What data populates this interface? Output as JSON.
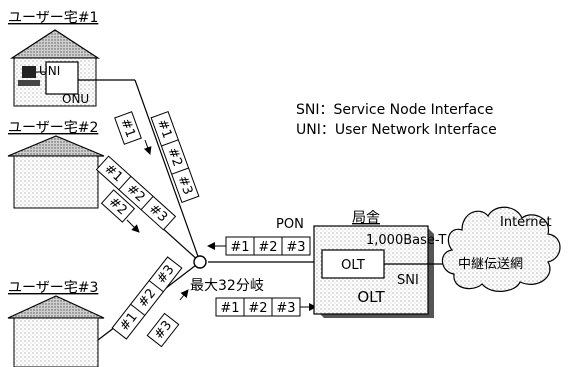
{
  "houses": [
    {
      "label": "ユーザー宅#1"
    },
    {
      "label": "ユーザー宅#2"
    },
    {
      "label": "ユーザー宅#3"
    }
  ],
  "onu": {
    "uni_label": "UNI",
    "onu_label": "ONU"
  },
  "legend": {
    "sni": "SNI：Service Node Interface",
    "uni": "UNI：User Network Interface"
  },
  "pon": {
    "label": "PON",
    "branch_label": "最大32分岐",
    "downstream_frames": [
      "#1",
      "#2",
      "#3"
    ],
    "upstream_frames": [
      "#1",
      "#2",
      "#3"
    ]
  },
  "branch_frames": {
    "house1_down": [
      "#1",
      "#2",
      "#3"
    ],
    "house1_up": "#1",
    "house2_down": [
      "#1",
      "#2",
      "#3"
    ],
    "house2_up": "#2",
    "house3_down": [
      "#1",
      "#2",
      "#3"
    ],
    "house3_up": "#3"
  },
  "office": {
    "label": "局舎",
    "port_speed": "1,000Base-T",
    "olt_inner": "OLT",
    "olt_outer": "OLT",
    "sni_label": "SNI"
  },
  "cloud": {
    "internet": "Internet",
    "backbone": "中継伝送網"
  }
}
